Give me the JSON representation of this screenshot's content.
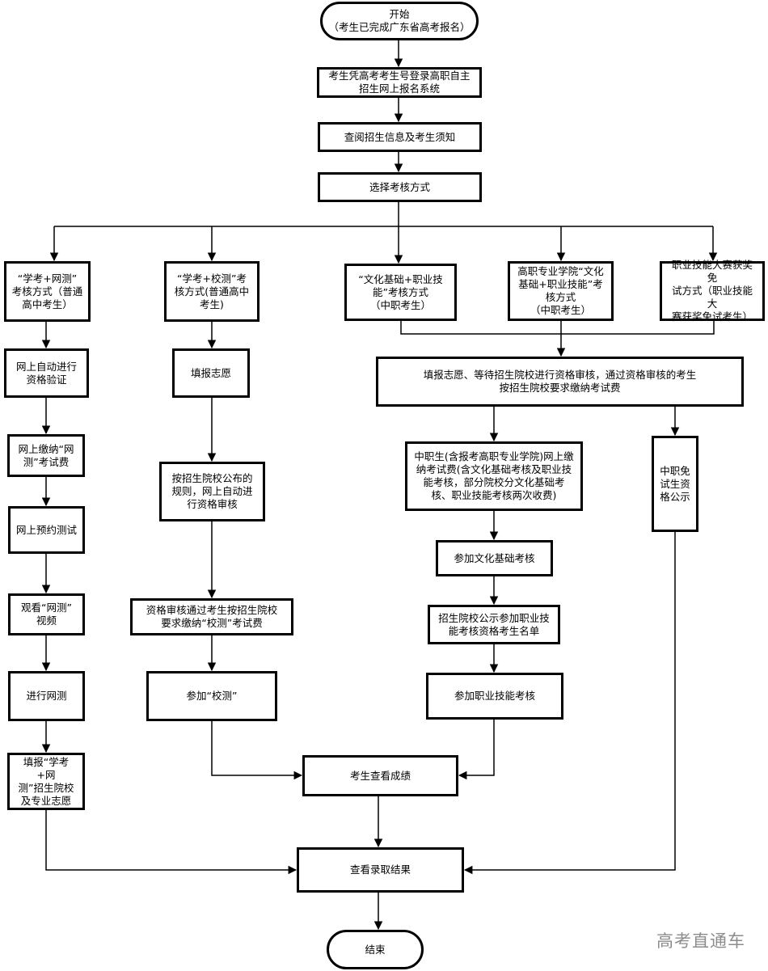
{
  "nodes": {
    "start": "开始\n（考生已完成广东省高考报名）",
    "login": "考生凭高考考生号登录高职自主\n招生网上报名系统",
    "read_info": "查阅招生信息及考生须知",
    "choose": "选择考核方式",
    "mode1": "“学考+网测”\n考核方式（普通\n高中考生）",
    "mode2": "“学考+校测”考\n核方式(普通高中\n考生)",
    "mode3": "“文化基础+职业技\n能”考核方式\n（中职考生）",
    "mode4": "高职专业学院“文化\n基础+职业技能”考\n核方式\n（中职考生）",
    "mode5": "职业技能大赛获奖免\n试方式（职业技能大\n赛获奖免试考生）",
    "c1_verify": "网上自动进行\n资格验证",
    "c1_pay": "网上缴纳“网\n测”考试费",
    "c1_book": "网上预约测试",
    "c1_video": "观看“网测”\n视频",
    "c1_test": "进行网测",
    "c1_apply": "填报“学考+网\n测”招生院校\n及专业志愿",
    "c2_apply": "填报志愿",
    "c2_review": "按招生院校公布的\n规则，网上自动进\n行资格审核",
    "c2_pay": "资格审核通过考生按招生院校\n要求缴纳“校测”考试费",
    "c2_exam": "参加“校测”",
    "c3_apply": "填报志愿、等待招生院校进行资格审核，通过资格审核的考生\n按招生院校要求缴纳考试费",
    "c3_pay": "中职生(含报考高职专业学院)网上缴\n纳考试费(含文化基础考核及职业技\n能考核，部分院校分文化基础考\n核、职业技能考核两次收费)",
    "c3_culture": "参加文化基础考核",
    "c3_publish": "招生院校公示参加职业技\n能考核资格考生名单",
    "c3_skill": "参加职业技能考核",
    "c4_publish": "中职免\n试生资\n格公示",
    "scores": "考生查看成绩",
    "result": "查看录取结果",
    "end": "结束"
  },
  "watermark": "高考直通车",
  "colors": {
    "line": "#000000",
    "box_fill": "#ffffff",
    "watermark": "#8c8c8c"
  }
}
